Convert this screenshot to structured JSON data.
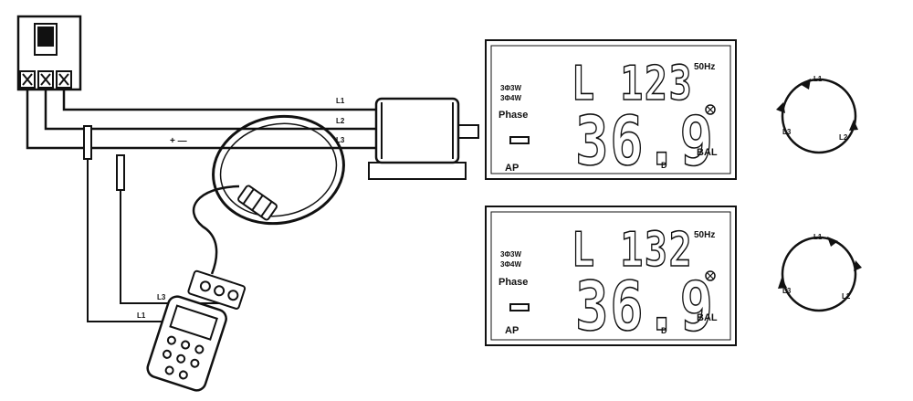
{
  "wires": {
    "top": {
      "l1": "L1",
      "l2": "L2",
      "l3": "L3",
      "polarity": "+ —"
    },
    "meter": {
      "l3": "L3",
      "l1": "L1"
    }
  },
  "displays": [
    {
      "reading": "L 123",
      "value": "36.9",
      "freq": "50Hz",
      "mode_1": "3Φ3W",
      "mode_2": "3Φ4W",
      "phase": "Phase",
      "ap": "AP",
      "bal": "BAL",
      "sub": "D"
    },
    {
      "reading": "L 132",
      "value": "36.9",
      "freq": "50Hz",
      "mode_1": "3Φ3W",
      "mode_2": "3Φ4W",
      "phase": "Phase",
      "ap": "AP",
      "bal": "BAL",
      "sub": "D"
    }
  ],
  "rotations": [
    {
      "top": "L1",
      "left": "L3",
      "right": "L2",
      "direction": "clockwise"
    },
    {
      "top": "L1",
      "left": "L3",
      "right": "L2",
      "direction": "counter-clockwise"
    }
  ]
}
